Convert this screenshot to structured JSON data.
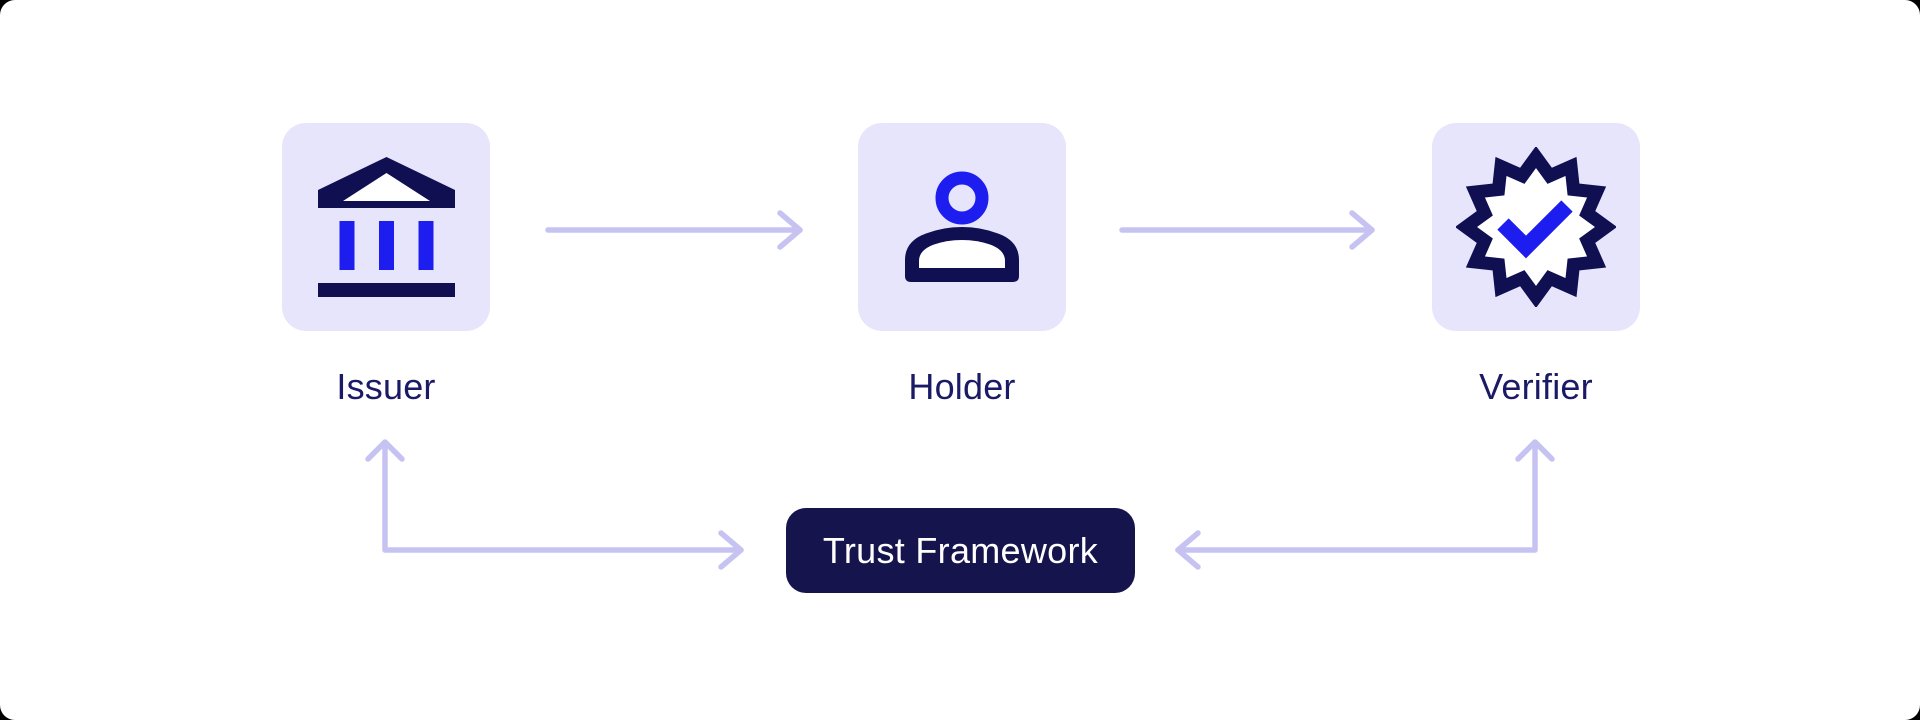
{
  "colors": {
    "surface": "#ffffff",
    "outside": "#000000",
    "card_bg": "#e6e5fb",
    "icon_navy": "#0f0f52",
    "accent_blue": "#1d1df0",
    "label_text": "#1a1a66",
    "arrow": "#c6c3f2",
    "button_bg": "#16144d",
    "button_text": "#ffffff"
  },
  "nodes": [
    {
      "id": "issuer",
      "label": "Issuer",
      "icon": "bank-icon"
    },
    {
      "id": "holder",
      "label": "Holder",
      "icon": "person-icon"
    },
    {
      "id": "verifier",
      "label": "Verifier",
      "icon": "verified-badge-icon"
    }
  ],
  "trust_framework": {
    "label": "Trust Framework"
  },
  "connections": [
    {
      "from": "Issuer",
      "to": "Holder",
      "style": "arrow-right"
    },
    {
      "from": "Holder",
      "to": "Verifier",
      "style": "arrow-right"
    },
    {
      "from": "Trust Framework",
      "to": "Issuer",
      "style": "elbow-double-arrow"
    },
    {
      "from": "Trust Framework",
      "to": "Verifier",
      "style": "elbow-double-arrow"
    }
  ]
}
